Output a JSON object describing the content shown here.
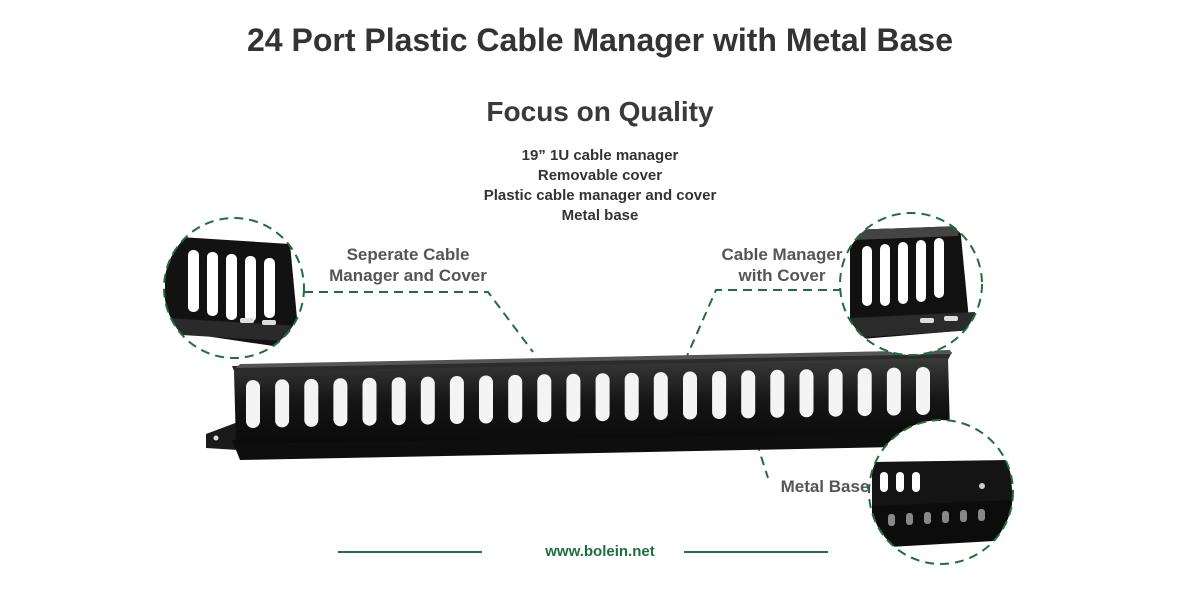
{
  "heading": {
    "title": "24 Port Plastic Cable Manager with Metal Base",
    "subtitle": "Focus on Quality"
  },
  "features": [
    "19” 1U cable manager",
    "Removable cover",
    "Plastic cable manager and cover",
    "Metal base"
  ],
  "callouts": {
    "left": [
      "Seperate Cable",
      "Manager and Cover"
    ],
    "right": [
      "Cable Manager",
      "with Cover"
    ],
    "base": "Metal Base"
  },
  "footer": {
    "website": "www.bolein.net"
  },
  "colors": {
    "accent_green": "#1f6e3f",
    "text_dark": "#333333",
    "callout_gray": "#555555",
    "product_black": "#141414"
  }
}
